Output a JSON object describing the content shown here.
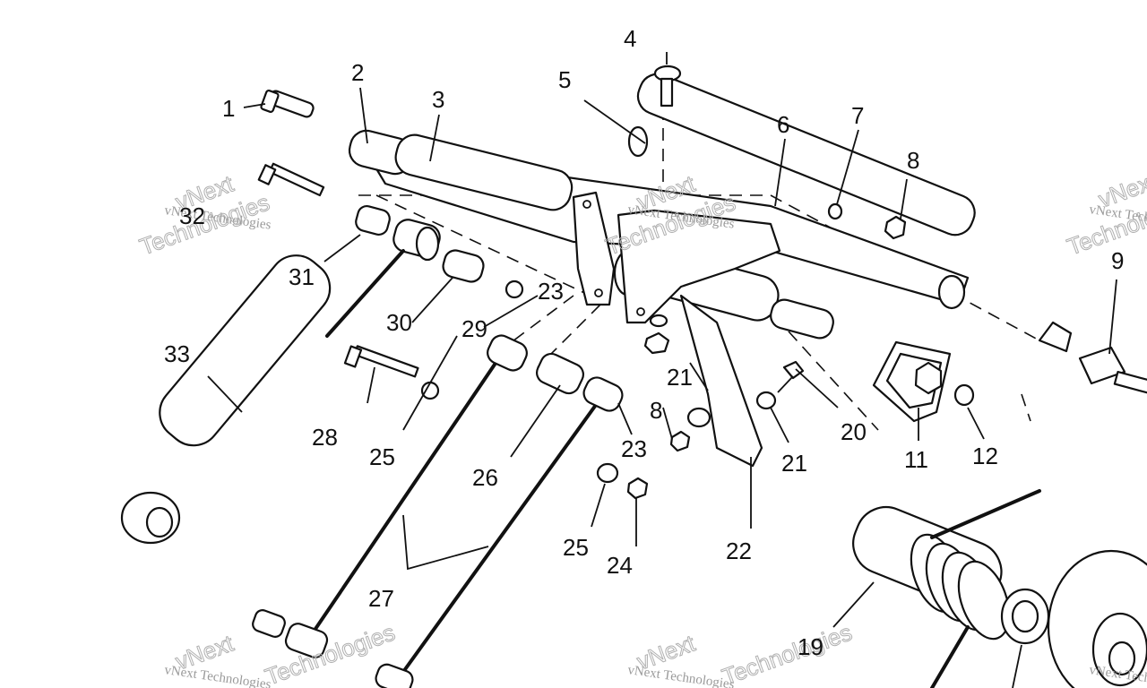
{
  "watermark": {
    "small_text": "vNext Technologies",
    "big_line1": "vNext",
    "big_line2": "Technologies"
  },
  "callouts": {
    "c1": "1",
    "c2": "2",
    "c3": "3",
    "c4": "4",
    "c5": "5",
    "c6": "6",
    "c7": "7",
    "c8a": "8",
    "c8b": "8",
    "c9": "9",
    "c11": "11",
    "c12": "12",
    "c19": "19",
    "c20": "20",
    "c21a": "21",
    "c21b": "21",
    "c22": "22",
    "c23a": "23",
    "c23b": "23",
    "c24": "24",
    "c25a": "25",
    "c25b": "25",
    "c26": "26",
    "c27": "27",
    "c28": "28",
    "c29": "29",
    "c30": "30",
    "c31": "31",
    "c32": "32",
    "c33": "33"
  }
}
